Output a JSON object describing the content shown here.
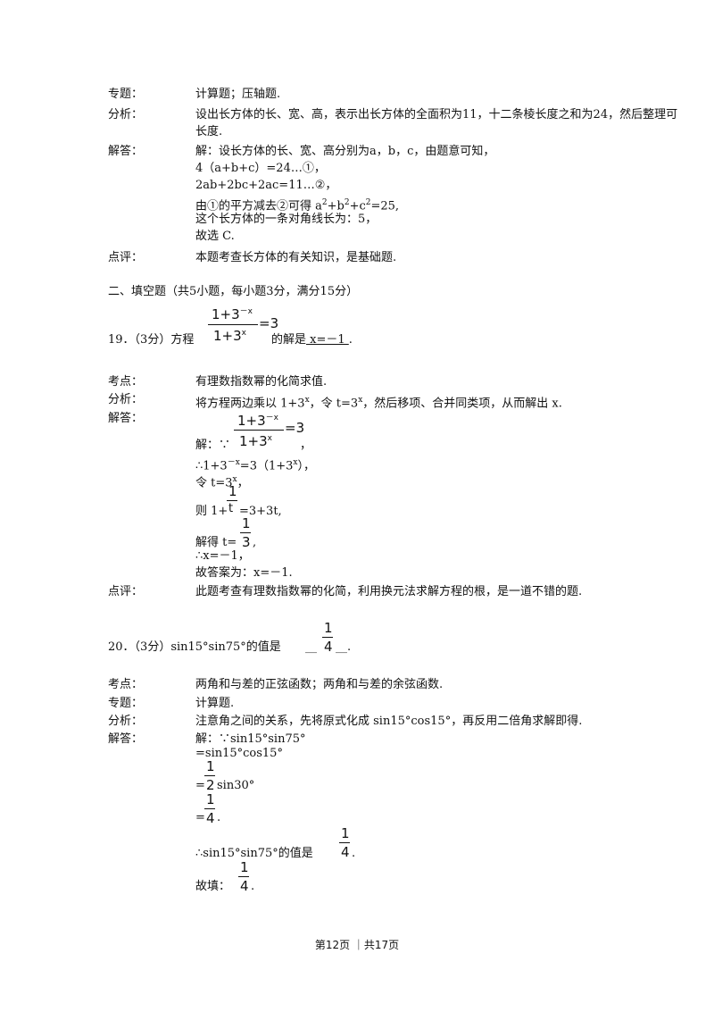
{
  "q18": {
    "zhuanti_label": "专题：",
    "zhuanti": "计算题；压轴题.",
    "fenxi_label": "分析：",
    "fenxi_line1": "设出长方体的长、宽、高，表示出长方体的全面积为11，十二条棱长度之和为24，然后整理可",
    "fenxi_line2": "长度.",
    "jieda_label": "解答：",
    "lines": [
      "解：设长方体的长、宽、高分别为a，b，c，由题意可知，",
      "4（a+b+c）=24…①，",
      "2ab+2bc+2ac=11…②，"
    ],
    "line4_a": "由①的平方减去②可得 a",
    "line4_b": "+b",
    "line4_c": "+c",
    "line4_d": "=25,",
    "sup2": "2",
    "line5": "这个长方体的一条对角线长为：5，",
    "line6": "故选 C.",
    "dianping_label": "点评：",
    "dianping": "本题考查长方体的有关知识，是基础题."
  },
  "section2": {
    "title": "二、填空题（共5小题，每小题3分，满分15分）"
  },
  "q19": {
    "prefix": "19．（3分）方程",
    "eq_num": "1+3",
    "eq_num_exp": "－x",
    "eq_den": "1+3",
    "eq_den_exp": "x",
    "eq_rhs": "=3",
    "suffix_a": "的解是",
    "answer": "  x=－1  ",
    "suffix_b": ".",
    "kaodian_label": "考点：",
    "kaodian": "有理数指数幂的化简求值.",
    "fenxi_label": "分析：",
    "fenxi_a": "将方程两边乘以 1+3",
    "fenxi_exp": "x",
    "fenxi_b": "，令 t=3",
    "fenxi_c": "，然后移项、合并同类项，从而解出 x.",
    "jieda_label": "解答：",
    "sol_because": "解：∵",
    "sol_comma": "，",
    "sol_l2_a": "∴1+3",
    "sol_l2_exp": "－x",
    "sol_l2_b": "=3（1+3",
    "sol_l2_c": "），",
    "sol_l3_a": "令 t=3",
    "sol_l3_b": "，",
    "sol_l4_a": "则 1+",
    "sol_l4_num": "1",
    "sol_l4_den": "t",
    "sol_l4_b": "=3+3t,",
    "sol_l5_a": "解得 t=",
    "sol_l5_num": "1",
    "sol_l5_den": "3",
    "sol_l5_b": ",",
    "sol_l6": "∴x=－1，",
    "sol_l7": "故答案为：x=－1.",
    "dianping_label": "点评：",
    "dianping": "此题考查有理数指数幂的化简，利用换元法求解方程的根，是一道不错的题."
  },
  "q20": {
    "prefix": "20．（3分）sin15°sin75°的值是",
    "blank_a": "__",
    "ans_num": "1",
    "ans_den": "4",
    "blank_b": "__.",
    "kaodian_label": "考点：",
    "kaodian": "两角和与差的正弦函数；两角和与差的余弦函数.",
    "zhuanti_label": "专题：",
    "zhuanti": "计算题.",
    "fenxi_label": "分析：",
    "fenxi": "注意角之间的关系，先将原式化成 sin15°cos15°，再反用二倍角求解即得.",
    "jieda_label": "解答：",
    "s1": "解：∵sin15°sin75°",
    "s2": "=sin15°cos15°",
    "s3_a": "=",
    "s3_num": "1",
    "s3_den": "2",
    "s3_b": "sin30°",
    "s4_a": "=",
    "s4_num": "1",
    "s4_den": "4",
    "s4_b": ".",
    "s5_a": "∴sin15°sin75°的值是",
    "s5_num": "1",
    "s5_den": "4",
    "s5_b": ".",
    "s6_a": "故填：",
    "s6_num": "1",
    "s6_den": "4",
    "s6_b": "."
  },
  "footer": "第12页  ｜共17页"
}
